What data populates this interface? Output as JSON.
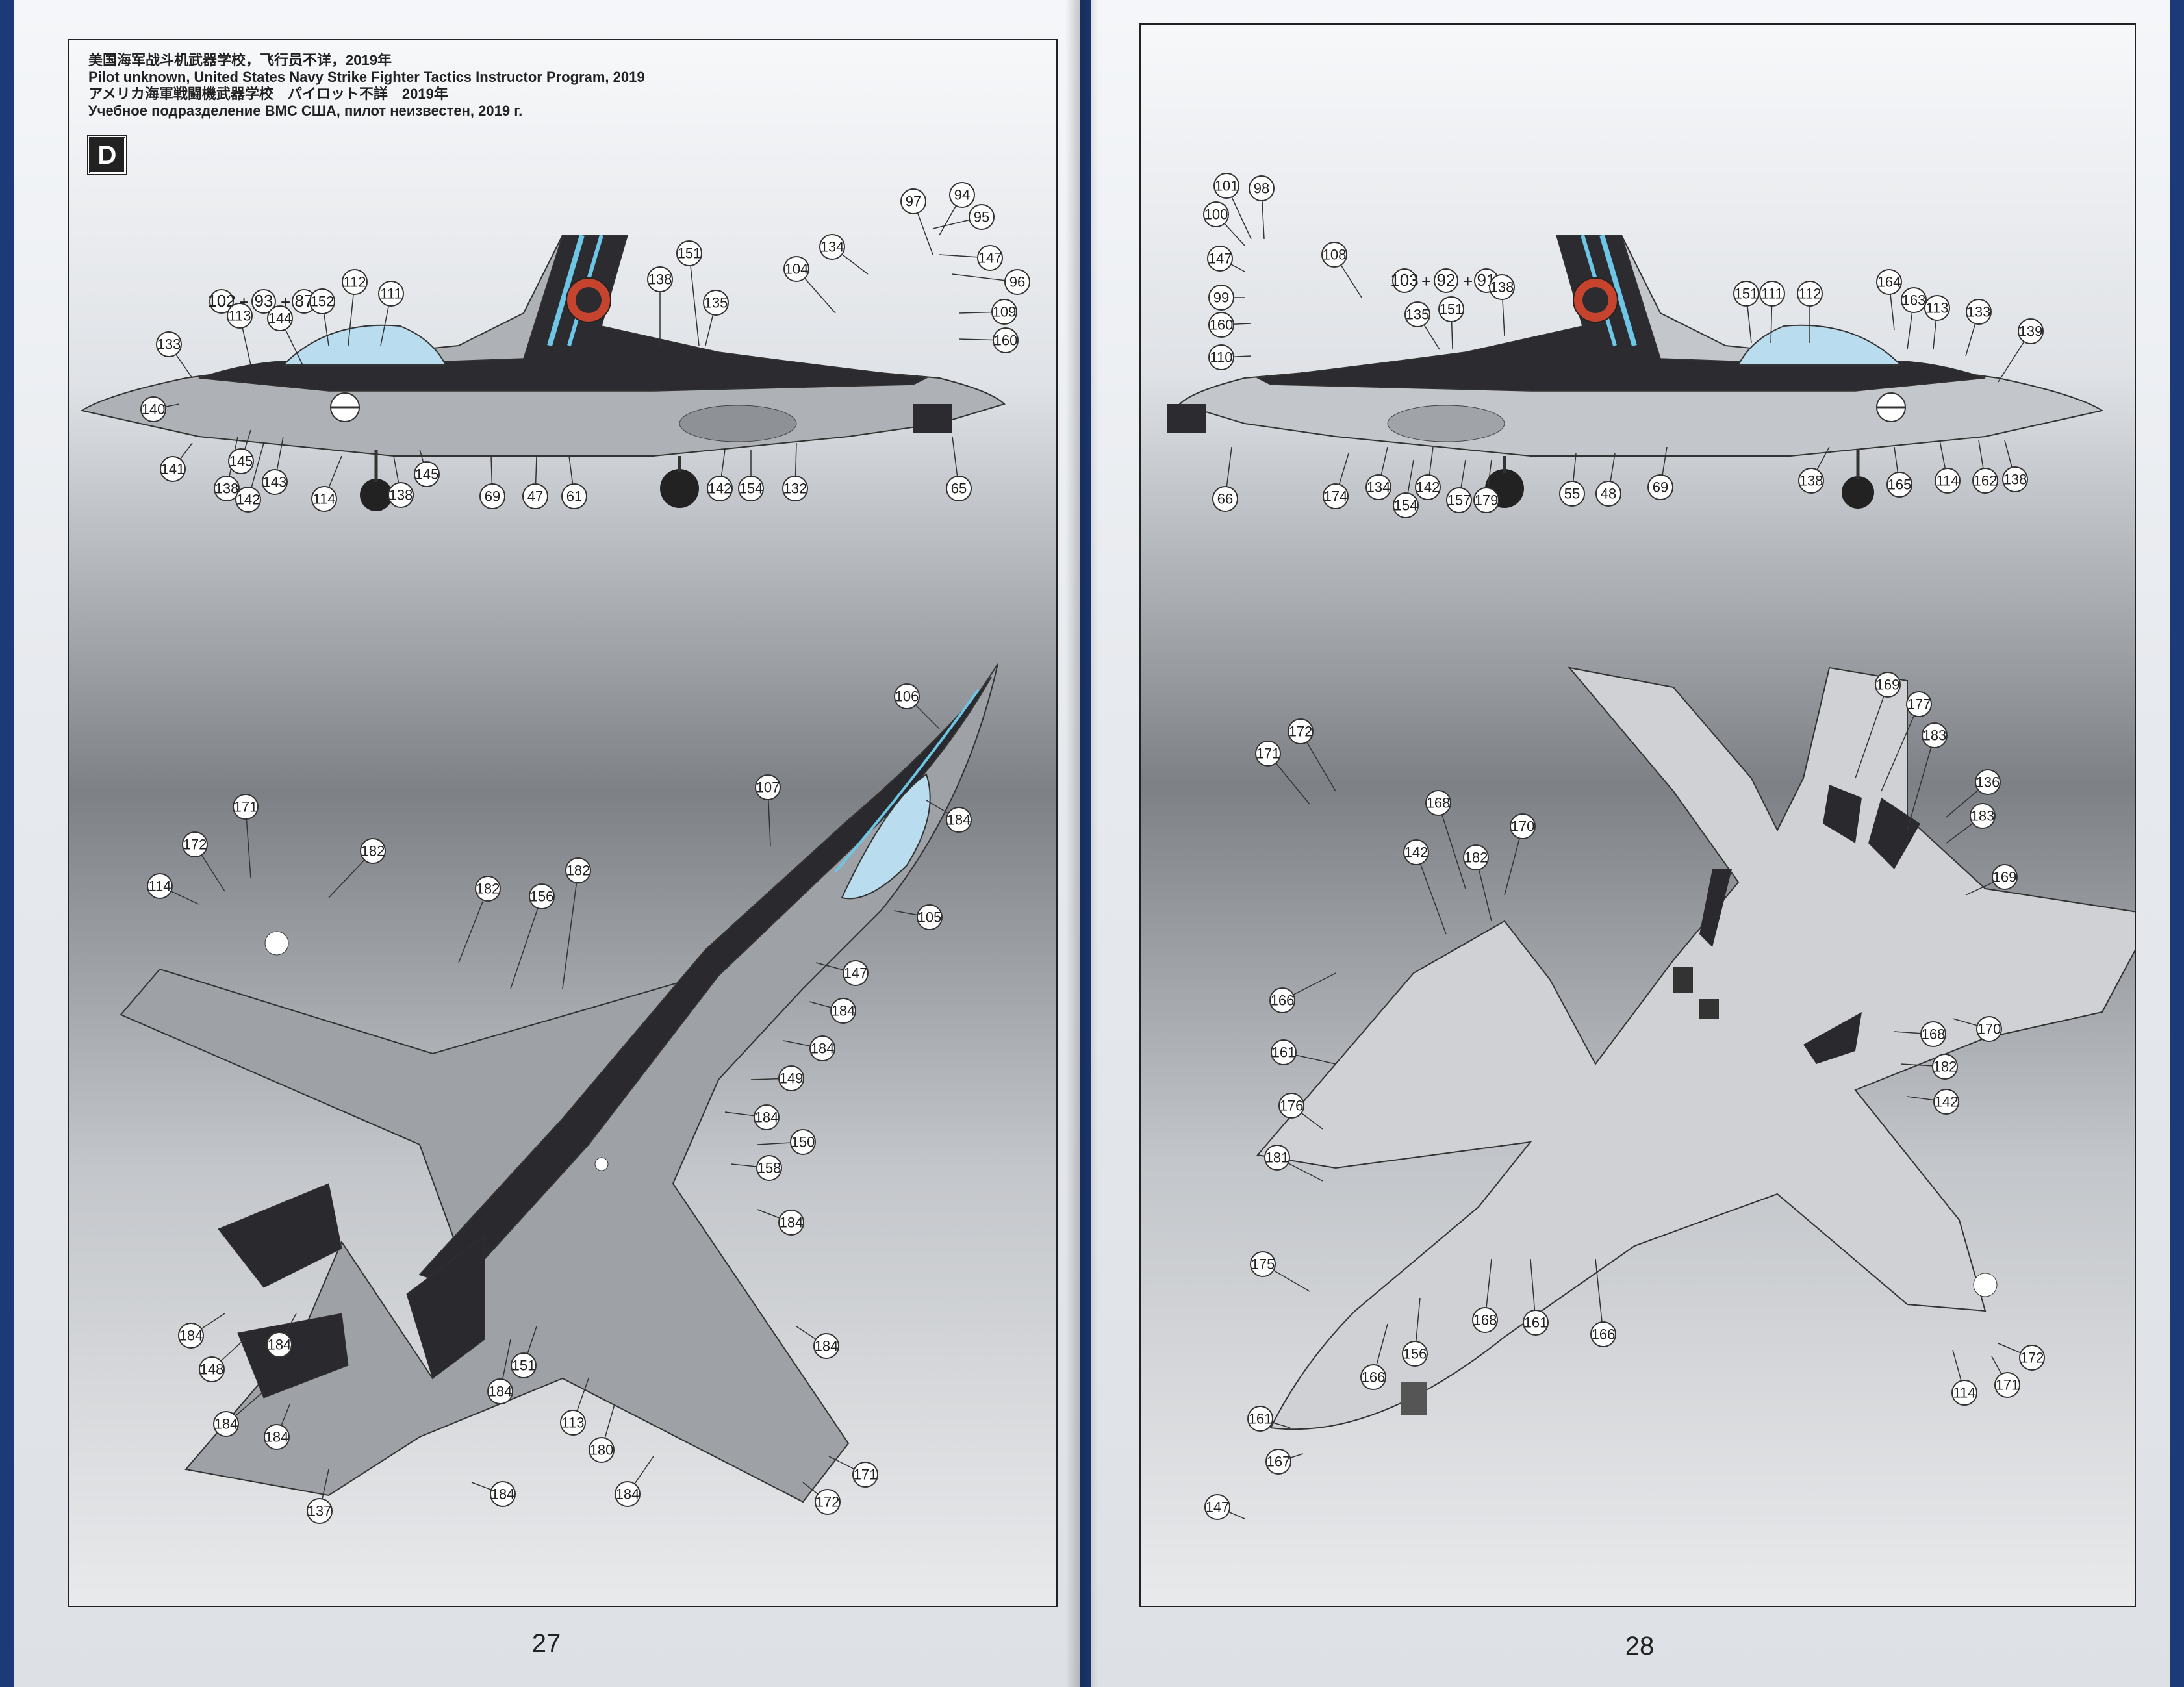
{
  "page_left": {
    "number": "27",
    "caption": {
      "zh": "美国海军战斗机武器学校，飞行员不详，2019年",
      "en": "Pilot unknown, United States Navy Strike Fighter Tactics Instructor Program, 2019",
      "ja": "アメリカ海軍戦闘機武器学校　パイロット不詳　2019年",
      "ru": "Учебное подразделение ВМС США, пилот неизвестен, 2019 г."
    },
    "version_badge": "D",
    "stencil_formula": {
      "a": "102",
      "b": "93",
      "c": "87"
    },
    "side_callouts": [
      "97",
      "94",
      "95",
      "134",
      "147",
      "104",
      "96",
      "109",
      "160",
      "151",
      "135",
      "138",
      "112",
      "111",
      "152",
      "144",
      "113",
      "133",
      "140",
      "141",
      "138",
      "145",
      "142",
      "143",
      "114",
      "138",
      "145",
      "69",
      "47",
      "61",
      "142",
      "154",
      "132",
      "65"
    ],
    "top_callouts": [
      "106",
      "107",
      "184",
      "171",
      "182",
      "172",
      "114",
      "182",
      "182",
      "156",
      "105",
      "147",
      "184",
      "184",
      "149",
      "184",
      "150",
      "158",
      "184",
      "184",
      "184",
      "148",
      "184",
      "184",
      "151",
      "113",
      "180",
      "184",
      "171",
      "172",
      "137",
      "184",
      "184",
      "184"
    ]
  },
  "page_right": {
    "number": "28",
    "stencil_formula": {
      "a": "103",
      "b": "92",
      "c": "91"
    },
    "side_callouts": [
      "101",
      "98",
      "100",
      "147",
      "99",
      "160",
      "110",
      "108",
      "135",
      "151",
      "138",
      "151",
      "111",
      "112",
      "164",
      "163",
      "113",
      "133",
      "139",
      "66",
      "174",
      "134",
      "154",
      "142",
      "157",
      "179",
      "55",
      "48",
      "69",
      "138",
      "165",
      "114",
      "162",
      "138"
    ],
    "bottom_callouts": [
      "172",
      "171",
      "169",
      "177",
      "183",
      "168",
      "170",
      "136",
      "142",
      "182",
      "183",
      "169",
      "166",
      "168",
      "170",
      "161",
      "182",
      "142",
      "176",
      "181",
      "175",
      "168",
      "161",
      "166",
      "156",
      "166",
      "161",
      "167",
      "147",
      "114",
      "171",
      "172"
    ]
  },
  "colors": {
    "background": "#1d3a78",
    "aircraft_grey": "#9ea1a5",
    "aircraft_dark": "#2a2a2e",
    "accent_blue": "#6ec6e6",
    "canopy": "#b9dcef"
  }
}
